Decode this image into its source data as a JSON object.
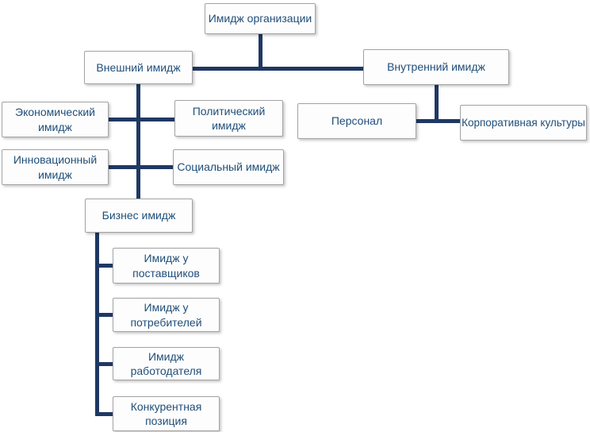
{
  "diagram_title": "Имидж организации",
  "colors": {
    "connector": "#1f3864",
    "text": "#1f4e79",
    "box_border": "#a3a3a3",
    "box_fill": "#fdfdfd",
    "background": "#ffffff"
  },
  "nodes": {
    "org": {
      "label": "Имидж организации"
    },
    "external": {
      "label": "Внешний имидж"
    },
    "internal": {
      "label": "Внутренний имидж"
    },
    "economic": {
      "label": "Экономический\nимидж"
    },
    "political": {
      "label": "Политический\nимидж"
    },
    "innovation": {
      "label": "Инновационный\nимидж"
    },
    "social": {
      "label": "Социальный имидж"
    },
    "personnel": {
      "label": "Персонал"
    },
    "corporate": {
      "label": "Корпоративная культуры"
    },
    "business": {
      "label": "Бизнес имидж"
    },
    "suppliers": {
      "label": "Имидж у\nпоставщиков"
    },
    "consumers": {
      "label": "Имидж у\nпотребителей"
    },
    "employer": {
      "label": "Имидж\nработодателя"
    },
    "competitive": {
      "label": "Конкурентная\nпозиция"
    }
  },
  "hierarchy": {
    "Имидж организации": {
      "Внешний имидж": {
        "Экономический имидж": {},
        "Политический имидж": {},
        "Инновационный имидж": {},
        "Социальный имидж": {},
        "Бизнес имидж": {
          "Имидж у поставщиков": {},
          "Имидж у потребителей": {},
          "Имидж работодателя": {},
          "Конкурентная позиция": {}
        }
      },
      "Внутренний имидж": {
        "Персонал": {},
        "Корпоративная культуры": {}
      }
    }
  }
}
